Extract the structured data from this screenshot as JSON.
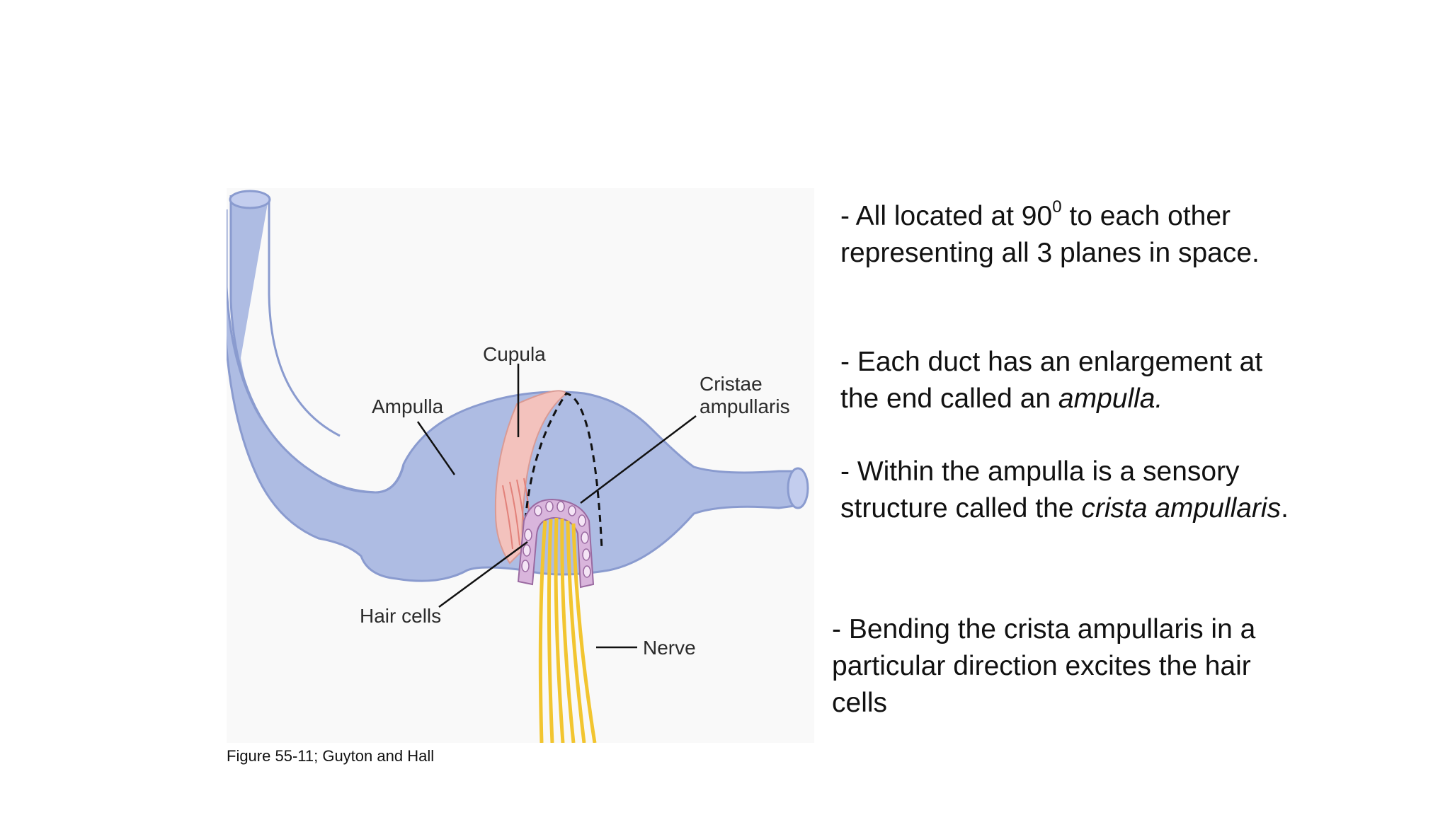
{
  "figure": {
    "labels": {
      "ampulla": "Ampulla",
      "cupula": "Cupula",
      "cristae_line1": "Cristae",
      "cristae_line2": "ampullaris",
      "hair_cells": "Hair cells",
      "nerve": "Nerve"
    },
    "caption": "Figure 55-11; Guyton and Hall",
    "colors": {
      "duct": "#aebce3",
      "duct_outline": "#8a9bcf",
      "cupula": "#f3c2bd",
      "hair_cells": "#d9b5dc",
      "nerve": "#f2c530",
      "background": "#f9f9f9"
    }
  },
  "bullets": {
    "b1_pre": "- All located at 90",
    "b1_sup": "0",
    "b1_post": " to each other representing all 3 planes in space.",
    "b2_pre": "- Each duct has an enlargement at the end called an ",
    "b2_italic": "ampulla.",
    "b3_pre": "- Within the ampulla is a sensory structure called the ",
    "b3_italic": "crista ampullaris",
    "b3_post": ".",
    "b4": "- Bending the crista ampullaris in a particular direction excites the hair cells"
  }
}
